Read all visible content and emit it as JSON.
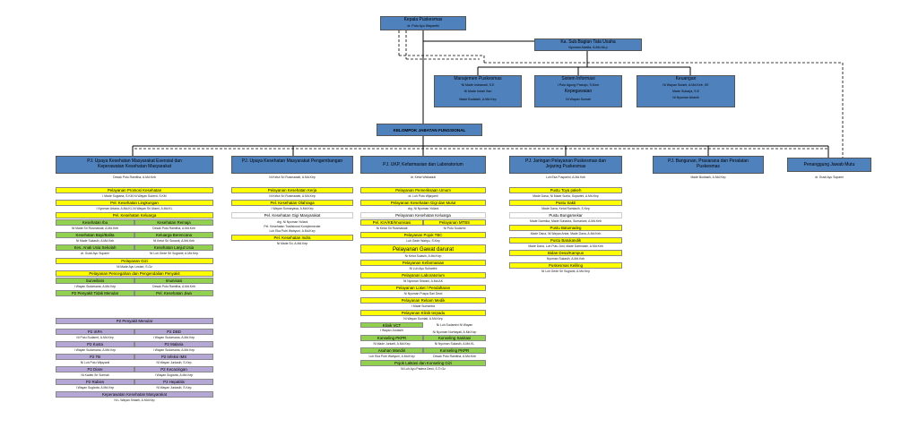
{
  "head": {
    "title": "Kepala Puskesmas",
    "name": "dr. Putu Ayu Wayanthi"
  },
  "admin": {
    "title": "Ka. Sub.Bagian Tata Usaha",
    "name": "Nyoman Alaxita, A.Md.Ak.p"
  },
  "manajemen": {
    "title": "Manajemen Puskesmas",
    "line1": "Ni Made Indrawati, S.E",
    "line2": "Ni Made Indah Sari",
    "line3": "Made Budiasih, A.Md.Kep"
  },
  "sistem_info": {
    "title": "Sistem Informasi",
    "line1": "I Putu Agung Prasojo, S.Kom",
    "line2": "Kepegawaian",
    "line3": "Ni Wayan Sumati"
  },
  "keuangan": {
    "title": "Keuangan",
    "line1": "Ni Wayan Sutarti, A.Md.Keb, SE",
    "line2": "Made Sukarja, S.E",
    "line3": "Ni Nyoman Ariasih"
  },
  "kelompok": {
    "title": "KELOMPOK JABATAN FUNGSIONAL"
  },
  "pj": [
    {
      "title": "PJ. Upaya Kesehatan Masyarakat Esensial dan Keperawatan Kesehatan Masyarakat",
      "name": "Desak Putu Ramitha, A.Md.Keb"
    },
    {
      "title": "PJ. Upaya Kesehatan Masyarakat Pengembangan",
      "name": "Ni Ketut Sri Rusmawati, A.Md.Kep"
    },
    {
      "title": "PJ. UKP, Kefarmasian dan Laboratorium",
      "name": "dr. Ketut Widiastuti"
    },
    {
      "title": "PJ. Jaringan Pelayanan Puskesmas dan Jejaring Puskesmas",
      "name": "Luh Eka Pusparini, A.Md.Keb"
    },
    {
      "title": "PJ. Bangunan, Prasarana dan Peralatan Puskesmas",
      "name": "Made Budiasih, A.Md.Kep"
    },
    {
      "title": "Penanggung Jawab Mutu",
      "name": "dr. Gusti Ayu Suparni"
    }
  ],
  "col1": {
    "promkes": "Pelayanan Promosi Kesehatan",
    "promkes_names": "I Made Sugiarta, S.KM   Ni Wayan Sukerti, S.KM",
    "kesling": "Pel. Kesehatan Lingkungan",
    "kesling_names": "I Nyoman Artana, A.Md.KL   Ni Wayan Sri Utami, A.Md.KL",
    "kesga": "Pel. Kesehatan Keluarga",
    "kia": "Kesehatan Ibu",
    "remaja": "Kesehatan Remaja",
    "kia_name": "Ni Made Sri Rusmawati, A.Md.Keb",
    "remaja_name": "Desak Putu Ramitha, A.Md.Keb",
    "bayi": "Kesehatan Bayi/Balita",
    "lansia": "Keluarga Berencana",
    "bayi_name": "Ni Made Sukasih, A.Md.Keb",
    "lansia_name": "Ni Ketut Sri Susanti, A.Md.Keb",
    "anak": "Kes. Anak Usia Sekolah",
    "usila": "Kesehatan Lanjut Usia",
    "anak_name": "dr. Gusti Ayu Suparni",
    "usila_name": "Ni Luh Gede Sri Sugianti, A.Md.Kep",
    "gizi": "Pelayanan Gizi",
    "gizi_name": "Ni Made Ayu Lestari, S.Gz",
    "p2p": "Pelayanan Pencegahan dan Pengendalian Penyakit",
    "surveilans": "Surveilans",
    "imunisasi": "Imunisasi",
    "surveilans_name": "I Wayan Sudarsana, A.Md.Kep",
    "imunisasi_name": "Desak Putu Ramitha, A.Md.Keb",
    "ptm": "P2 Penyakit Tidak Menular",
    "keswa": "Pel. Kesehatan Jiwa",
    "p2menular": "P2 Penyakit Menular",
    "ispa": "P2 ISPA",
    "dbd": "P2 DBD",
    "ispa_name": "Ni Putu Sudarmi, A.Md.Kep",
    "dbd_name": "I Wayan Sudarsana, A.Md.Kep",
    "kusta": "P2 Kusta",
    "malaria": "P2 Malaria",
    "kusta_name": "I Wayan Sudarsana, A.Md.Kep",
    "malaria_name": "I Wayan Sudarsana, A.Md.Kep",
    "tb": "P2 TB",
    "hiv": "P2 Infeksi IMS",
    "tb_name": "Ni Luh Putu Wijayanti",
    "hiv_name": "Ni Wayan Juniasih, S.Kep",
    "diare": "P2 Diare",
    "kecacingan": "P2 Kecacingan",
    "diare_name": "Ni Kadek Sri Sumiati",
    "kecacingan_name": "I Wayan Sugiarta, A.Md.Kep",
    "rabies": "P2 Rabies",
    "hepatitis": "P2 Hepatitis",
    "rabies_name": "I Wayan Sugiarta, A.Md.Kep",
    "hepatitis_name": "Ni Wayan Juniasih, S.Kep",
    "perkesmas": "Keperawatan Kesehatan Masyarakat",
    "perkesmas_name": "Ni L Wayan Sriasih, A.Md.Kep"
  },
  "col2": {
    "kerja": "Pelayanan Kesehatan Kerja",
    "kerja_name": "Ni Ketut Sri Rusmawati, A.Md.Kep",
    "olahraga": "Pel. Kesehatan Olahraga",
    "olahraga_name": "I Wayan Sumaryasa, A.Md.Kep",
    "gigi": "Pel. Kesehatan Gigi Masyarakat",
    "gigi_name1": "drg. Ni Nyoman Yuliani",
    "gigi_name2": "Pel. Kesehatan Tradisional Komplementer",
    "gigi_name3": "Luh Eka Putri Wahyuni, A.Md.Kep",
    "indra": "Pel. Kesehatan Indra",
    "indra_name": "Ni Made Sri, A.Md.Kep"
  },
  "col3": {
    "umum": "Pelayanan Pemeriksaan Umum",
    "umum_name": "dr. Luh Putu Wijayanti",
    "gigi": "Pelayanan Kesehatan Gigi dan Mulut",
    "gigi_name": "drg. Ni Nyoman Yuliani",
    "kia": "Pelayanan Kesehatan Keluarga",
    "kia_a": "Pel. KIA/KB/Imunisasi",
    "kia_b": "Pelayanan MTBS",
    "kia_a_name": "Ni Ketut Sri Rusmawati",
    "kia_b_name": "Ni Putu Sudarmi",
    "tbc": "Pelayanan Pojok TBC",
    "tbc_name": "Luh Gede Wahyu, S.Kep",
    "gadar": "Pelayanan Gawat darurat",
    "gadar_name": "Ni Ketut Suiasih, A.Md.Kep",
    "farmasi": "Pelayanan Kefarmasian",
    "farmasi_name": "Ni Luh Ayu Suhartini",
    "lab": "Pelayanan Laboratorium",
    "lab_name": "Ni Nyoman Sriwani, A.Md.AK",
    "loket": "Pelayanan Loket / Pendaftaran",
    "loket_name": "Ni Nyoman Puspa Sari Dewi",
    "rekam": "Pelayanan Rekam Medik",
    "rekam_name": "I Made Sumantra",
    "rawat": "Pelayanan Klinik terpadu",
    "rawat_name": "Ni Wayan Sumiati, A.Md.Kep",
    "vct": "Klinik VCT",
    "vct_right": "Ni Luh Sudarsini   Ni Wayan",
    "vct_name": "I Wayan Juniasih",
    "vct_name2": "Ni Nyoman Nurhayati, A.Md.Kep",
    "pkpr": "Konseling PKPR",
    "sanitasi": "Konseling Sanitasi",
    "pkpr_name": "Ni Made Juniarti, A.Md.Kep",
    "sanitasi_name": "Ni Nyoman Sukasih, A.Md.KL",
    "asuhan": "Asuhan Mandiri",
    "ptm": "Konseling PKPR",
    "asuhan_name": "Luh Eka Putri Wahyuni, A.Md.Kep",
    "ptm_name": "Desak Putu Ramitha, A.Md.Keb",
    "laktasi": "Pojok Laktasi dan Konseling Gizi",
    "laktasi_name": "Ni Luh Ayu Padma Dewi, S.Tr.Gz"
  },
  "col4": {
    "p1": "Pustu Toya pakeh",
    "p1_name": "Made Dana, Ni Made Sunia, Supartini, A.Md.Kep",
    "p2": "Pustu Sakti",
    "p2_name": "Made Dana, Ketut Ramiasih, S.Kep",
    "p3": "Pustu Bungamekar",
    "p3_name": "Made Darmika, Made Suhadra, Sumariani, A.Md.Keb",
    "p4": "Pustu Batumadeg",
    "p4_name": "Made Dana, Ni Wayan Antar, Made Dana, A.Md.Keb",
    "p5": "Pustu Batukandik",
    "p5_name": "Made Dana, Luh Putu Juni, Made Darmiasih, A.Md.Keb",
    "p6": "Bidan Desa/Kampus",
    "p6_name": "Nyoman Sukasih, A.Md.Keb",
    "p7": "Puskesmas Keliling",
    "p7_name": "Ni Luh Gede Sri Sugianti, A.Md.Kep"
  }
}
